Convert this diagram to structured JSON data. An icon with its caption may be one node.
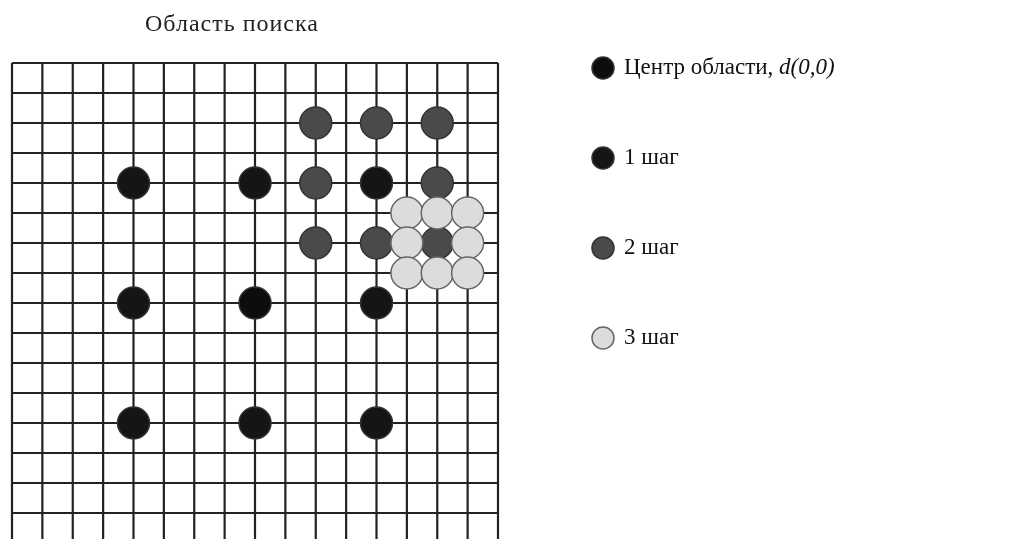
{
  "diagram": {
    "title": "Область поиска",
    "legend": [
      {
        "text": "Центр области, *d(0,0)*",
        "color": "#0d0d0d"
      },
      {
        "text": "1 шаг",
        "color": "#151515"
      },
      {
        "text": "2 шаг",
        "color": "#4a4a4a"
      },
      {
        "text": "3 шаг",
        "color": "#dcdcdc"
      }
    ]
  }
}
